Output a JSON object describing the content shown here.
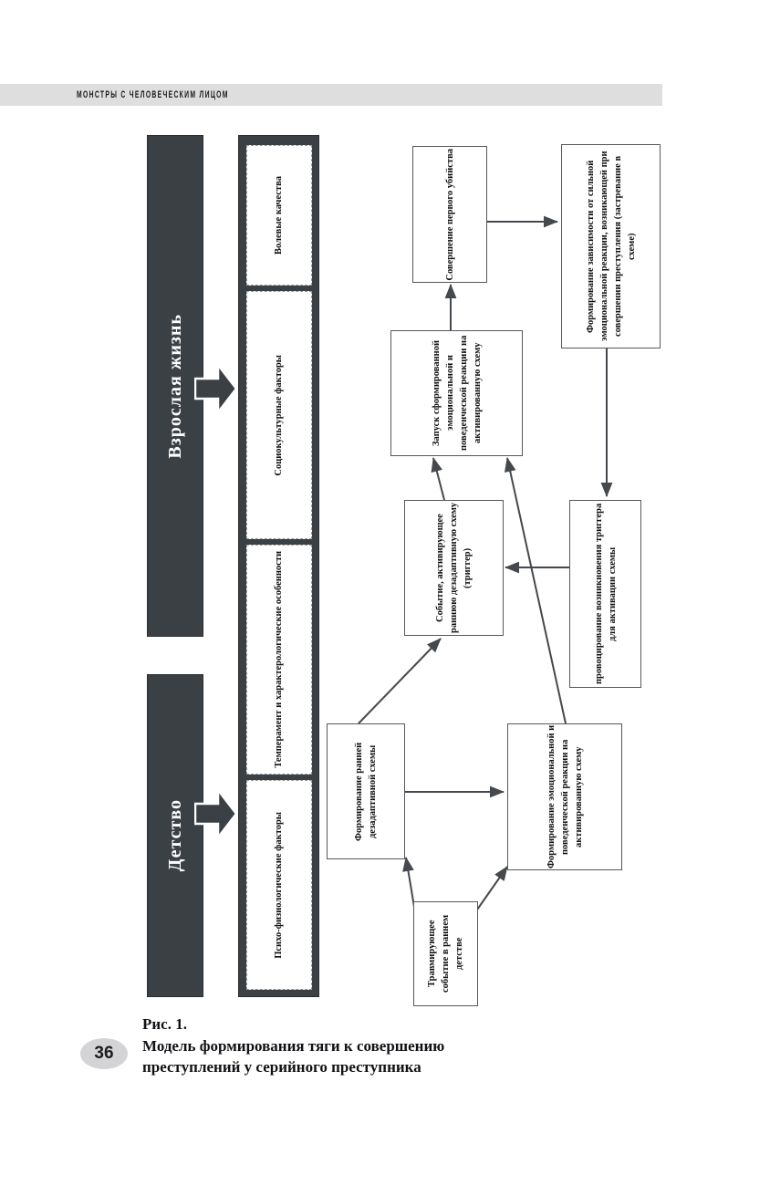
{
  "header": {
    "running_title": "МОНСТРЫ С ЧЕЛОВЕЧЕСКИМ ЛИЦОМ"
  },
  "page": {
    "number": "36"
  },
  "caption": {
    "figure_label": "Рис. 1.",
    "line1": "Модель формирования тяги к совершению",
    "line2": "преступлений у серийного преступника"
  },
  "colors": {
    "band": "#dededf",
    "dark_bar": "#3b4045",
    "page_badge": "#d4d4d6",
    "connector": "#45484c"
  },
  "diagram": {
    "eras": [
      {
        "id": "adult",
        "label": "Взрослая жизнь"
      },
      {
        "id": "childhood",
        "label": "Детство"
      }
    ],
    "factors": [
      {
        "id": "volitional",
        "label": "Волевые качества"
      },
      {
        "id": "sociocultural",
        "label": "Социокультурные факторы"
      },
      {
        "id": "temperament",
        "label": "Темперамент и характерологические особенности"
      },
      {
        "id": "psychophysiological",
        "label": "Психо-физиологические факторы"
      }
    ],
    "nodes": [
      {
        "id": "first-murder",
        "label": "Совершение первого убийства"
      },
      {
        "id": "dependency",
        "label": "Формирование зависимости от сильной эмоциональной реакции, возникающей при совершении преступления (застревание в схеме)"
      },
      {
        "id": "trigger-launch",
        "label": "Запуск сформированной эмоциональной и поведенческой реакции на активированную схему"
      },
      {
        "id": "event-trigger",
        "label": "Событие, активирующее раннюю дезадаптивную схему (триггер)"
      },
      {
        "id": "provocation",
        "label": "провоцирование возникновения триггера для активации схемы"
      },
      {
        "id": "early-scheme",
        "label": "Формирование ранней дезадаптивной схемы"
      },
      {
        "id": "emo-reaction",
        "label": "Формирование эмоциональной и поведенческой реакции на активированную схему"
      },
      {
        "id": "trauma",
        "label": "Травмирующее событие в раннем детстве"
      }
    ],
    "edges": [
      {
        "from": "trauma",
        "to": "early-scheme"
      },
      {
        "from": "trauma",
        "to": "emo-reaction"
      },
      {
        "from": "early-scheme",
        "to": "emo-reaction"
      },
      {
        "from": "early-scheme",
        "to": "event-trigger"
      },
      {
        "from": "emo-reaction",
        "to": "trigger-launch"
      },
      {
        "from": "event-trigger",
        "to": "trigger-launch"
      },
      {
        "from": "trigger-launch",
        "to": "first-murder"
      },
      {
        "from": "first-murder",
        "to": "dependency"
      },
      {
        "from": "dependency",
        "to": "provocation"
      },
      {
        "from": "provocation",
        "to": "event-trigger"
      }
    ],
    "era_arrows": [
      {
        "id": "adult-arrow",
        "from": "adult",
        "to": "sociocultural"
      },
      {
        "id": "childhood-arrow",
        "from": "childhood",
        "to": "psychophysiological"
      }
    ]
  }
}
